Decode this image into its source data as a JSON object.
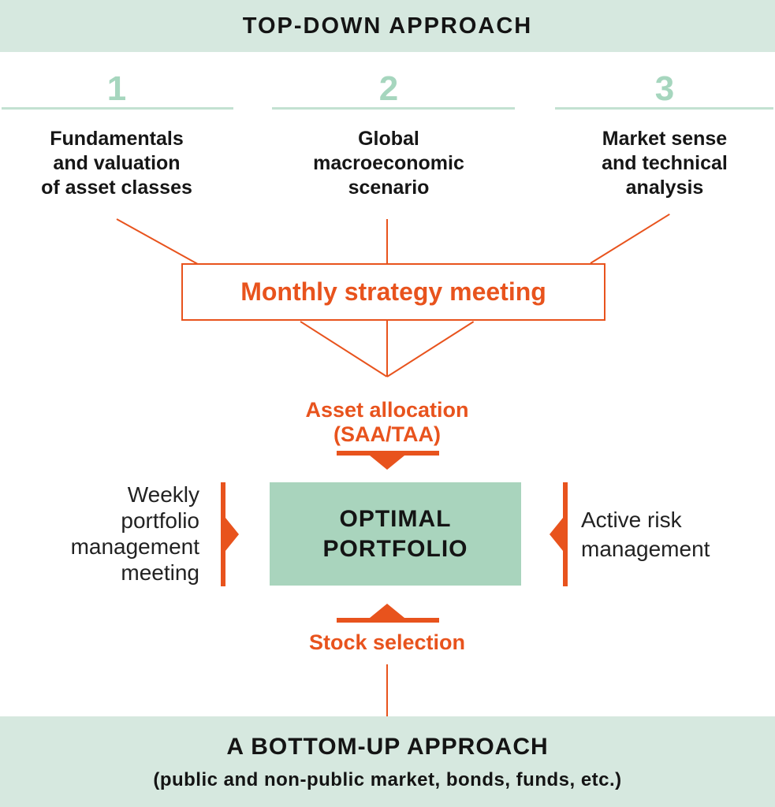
{
  "colors": {
    "mint_banner": "#d6e8df",
    "mint_box": "#a9d4bd",
    "mint_number": "#a6d6be",
    "mint_rule": "#c3e1d2",
    "orange": "#e8531d",
    "text": "#141414"
  },
  "top_banner": {
    "title": "TOP-DOWN APPROACH"
  },
  "steps": [
    {
      "number": "1",
      "label": "Fundamentals\nand valuation\nof asset classes"
    },
    {
      "number": "2",
      "label": "Global\nmacroeconomic\nscenario"
    },
    {
      "number": "3",
      "label": "Market sense\nand technical\nanalysis"
    }
  ],
  "meeting_box": {
    "label": "Monthly strategy meeting"
  },
  "asset_allocation": {
    "label": "Asset allocation\n(SAA/TAA)"
  },
  "optimal_portfolio": {
    "label": "OPTIMAL\nPORTFOLIO"
  },
  "left_note": {
    "label": "Weekly\nportfolio\nmanagement\nmeeting"
  },
  "right_note": {
    "label": "Active risk\nmanagement"
  },
  "stock_selection": {
    "label": "Stock selection"
  },
  "bottom_banner": {
    "title": "A BOTTOM-UP APPROACH",
    "subtitle": "(public and non-public market, bonds, funds, etc.)"
  }
}
